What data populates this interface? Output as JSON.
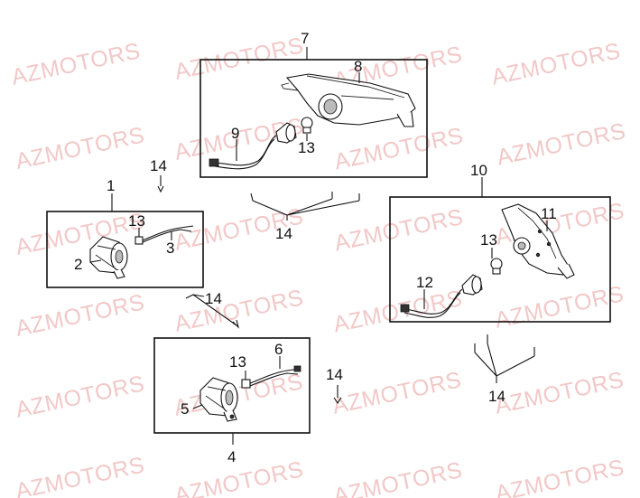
{
  "watermark": {
    "text": "AZMOTORS",
    "color": "#f2c8c8"
  },
  "callouts": {
    "c1": "1",
    "c2": "2",
    "c3": "3",
    "c4": "4",
    "c5": "5",
    "c6": "6",
    "c7": "7",
    "c8": "8",
    "c9": "9",
    "c10": "10",
    "c11": "11",
    "c12": "12",
    "c13a": "13",
    "c13b": "13",
    "c13c": "13",
    "c13d": "13",
    "c14a": "14",
    "c14b": "14",
    "c14c": "14",
    "c14d": "14",
    "c14e": "14"
  }
}
